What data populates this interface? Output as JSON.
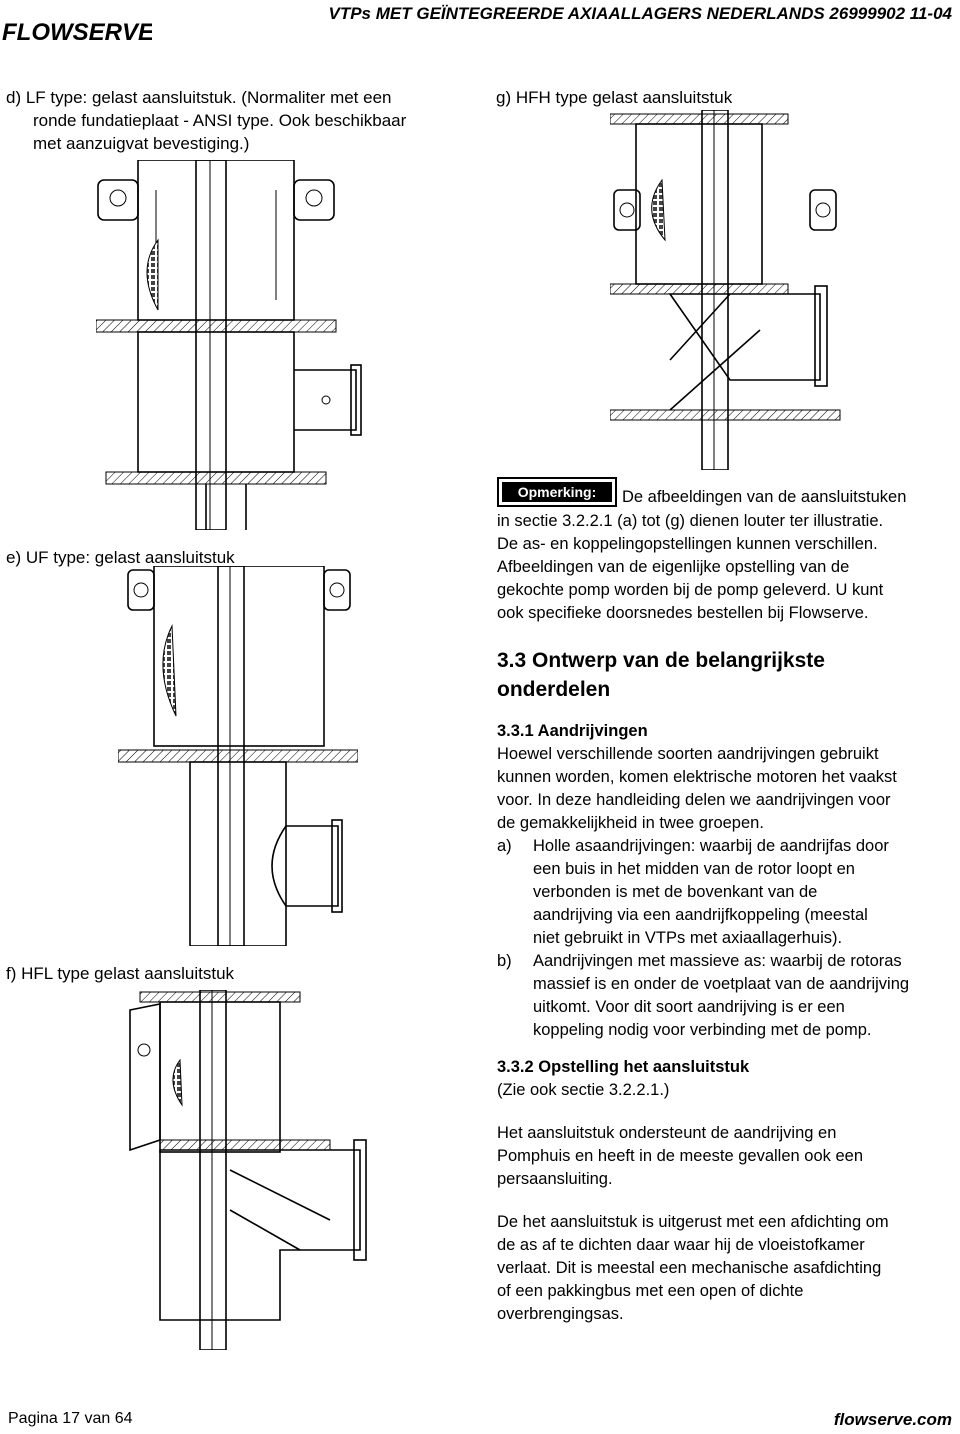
{
  "header": {
    "logo_text": "FLOWSERVE",
    "title": "VTPs MET GEÏNTEGREERDE AXIAALLAGERS NEDERLANDS 26999902 11-04"
  },
  "figures": {
    "d": {
      "lines": [
        "d)  LF type: gelast aansluitstuk.  (Normaliter met een",
        "ronde fundatieplaat - ANSI type.  Ook beschikbaar",
        "met aanzuigvat bevestiging.)"
      ]
    },
    "e": {
      "caption": "e)  UF type: gelast aansluitstuk"
    },
    "f": {
      "caption": "f)  HFL type gelast aansluitstuk"
    },
    "g": {
      "caption": "g)  HFH type gelast aansluitstuk"
    }
  },
  "note": {
    "badge": "Opmerking:",
    "first_line": "De afbeeldingen van de aansluitstuken",
    "lines": [
      "in sectie 3.2.2.1 (a) tot (g) dienen louter ter illustratie.",
      "De as- en koppelingopstellingen kunnen verschillen.",
      "Afbeeldingen van de eigenlijke opstelling van de",
      "gekochte pomp worden bij de pomp geleverd.  U kunt",
      "ook specifieke doorsnedes bestellen bij Flowserve."
    ]
  },
  "section_3_3": {
    "title_line1": "3.3  Ontwerp van de belangrijkste",
    "title_line2": "onderdelen"
  },
  "section_3_3_1": {
    "title": "3.3.1  Aandrijvingen",
    "intro": [
      "Hoewel verschillende soorten aandrijvingen gebruikt",
      "kunnen worden, komen elektrische motoren het vaakst",
      "voor.  In deze handleiding delen we aandrijvingen voor",
      "de gemakkelijkheid in twee groepen."
    ],
    "items": [
      {
        "marker": "a)",
        "lines": [
          "Holle asaandrijvingen: waarbij de aandrijfas door",
          "een buis in het midden van de rotor loopt en",
          "verbonden is met de bovenkant van de",
          "aandrijving via een aandrijfkoppeling (meestal",
          "niet gebruikt in VTPs met axiaallagerhuis)."
        ]
      },
      {
        "marker": "b)",
        "lines": [
          "Aandrijvingen met massieve as: waarbij de rotoras",
          "massief is en onder de voetplaat van de aandrijving",
          "uitkomt.  Voor dit soort aandrijving is er een",
          "koppeling nodig voor verbinding met de pomp."
        ]
      }
    ]
  },
  "section_3_3_2": {
    "title": "3.3.2  Opstelling het aansluitstuk",
    "subtitle": "(Zie ook sectie 3.2.2.1.)",
    "para1": [
      "Het aansluitstuk ondersteunt de aandrijving en",
      "Pomphuis en heeft in de meeste gevallen ook een",
      "persaansluiting."
    ],
    "para2": [
      "De het aansluitstuk is uitgerust met een afdichting om",
      "de as af te dichten daar waar hij de vloeistofkamer",
      "verlaat.  Dit is meestal een mechanische asafdichting",
      "of een pakkingbus met een open of dichte",
      "overbrengingsas."
    ]
  },
  "footer": {
    "page": "Pagina 17 van 64",
    "site": "flowserve.com"
  }
}
